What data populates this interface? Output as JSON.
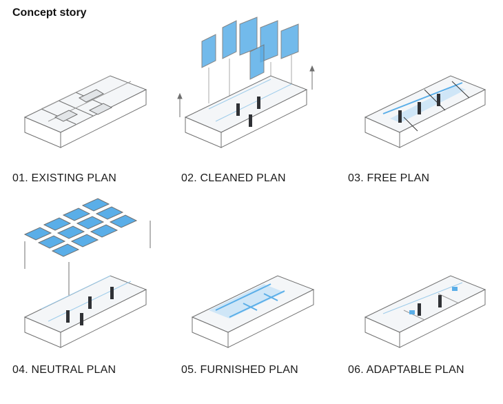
{
  "title": "Concept story",
  "panels": [
    {
      "caption": "01. EXISTING PLAN"
    },
    {
      "caption": "02. CLEANED PLAN"
    },
    {
      "caption": "03. FREE PLAN"
    },
    {
      "caption": "04. NEUTRAL PLAN"
    },
    {
      "caption": "05. FURNISHED PLAN"
    },
    {
      "caption": "06. ADAPTABLE PLAN"
    }
  ],
  "colors": {
    "accent_blue": "#5aaee8",
    "light_blue": "#cfe6f7",
    "outline": "#6f6f6f",
    "dark_column": "#2f3135"
  }
}
